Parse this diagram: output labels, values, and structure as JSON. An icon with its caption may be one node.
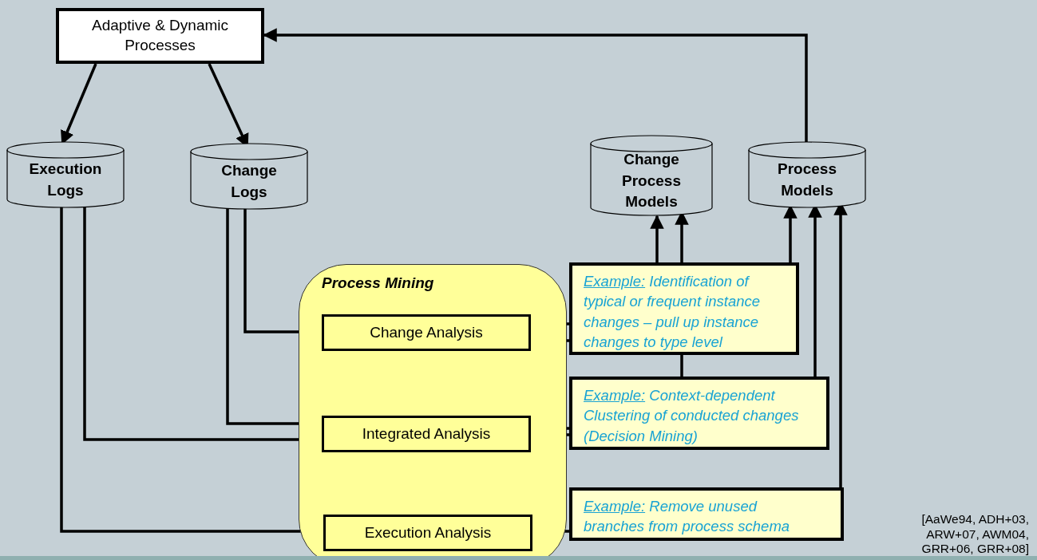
{
  "diagram": {
    "nodes": [
      {
        "text": [
          "Adaptive & Dynamic Processes"
        ]
      },
      {
        "text": [
          "Execution Logs"
        ]
      },
      {
        "text": [
          "Change Logs"
        ]
      },
      {
        "text": [
          "Change Process Models"
        ]
      },
      {
        "text": [
          "Process Models"
        ]
      },
      {
        "text": [
          "Process Mining"
        ]
      },
      {
        "text": [
          "Change Analysis"
        ],
        "in": 5
      },
      {
        "text": [
          "Integrated Analysis"
        ],
        "in": 5
      },
      {
        "text": [
          "Execution Analysis"
        ],
        "in": 5
      },
      {
        "text": [
          "Example:",
          "Identification of typical or frequent instance changes – pull up instance changes to type level"
        ]
      },
      {
        "text": [
          "Example:",
          "Context-dependent Clustering of conducted changes (Decision Mining)"
        ]
      },
      {
        "text": [
          "Example:",
          "Remove unused branches from process schema"
        ]
      }
    ],
    "edges": [
      {
        "from": 0,
        "to": 1,
        "arrow": "to"
      },
      {
        "from": 0,
        "to": 2,
        "arrow": "to"
      },
      {
        "from": 4,
        "to": 0,
        "arrow": "to"
      },
      {
        "from": 2,
        "to": 6,
        "arrow": "to"
      },
      {
        "from": 2,
        "to": 7,
        "arrow": "to"
      },
      {
        "from": 1,
        "to": 7,
        "arrow": "to"
      },
      {
        "from": 1,
        "to": 8,
        "arrow": "to"
      },
      {
        "from": 6,
        "to": 9,
        "arrow": "none"
      },
      {
        "from": 6,
        "to": 9,
        "arrow": "none"
      },
      {
        "from": 7,
        "to": 10,
        "arrow": "none"
      },
      {
        "from": 7,
        "to": 10,
        "arrow": "none"
      },
      {
        "from": 8,
        "to": 11,
        "arrow": "none"
      },
      {
        "from": 9,
        "to": 3,
        "arrow": "to"
      },
      {
        "from": 9,
        "to": 3,
        "arrow": "to"
      },
      {
        "from": 9,
        "to": 4,
        "arrow": "to"
      },
      {
        "from": 9,
        "to": 10,
        "arrow": "none"
      },
      {
        "from": 10,
        "to": 4,
        "arrow": "to"
      },
      {
        "from": 11,
        "to": 4,
        "arrow": "to"
      }
    ],
    "labels": [
      "[AaWe94, ADH+03, ARW+07, AWM04, GRR+06, GRR+08]"
    ]
  }
}
